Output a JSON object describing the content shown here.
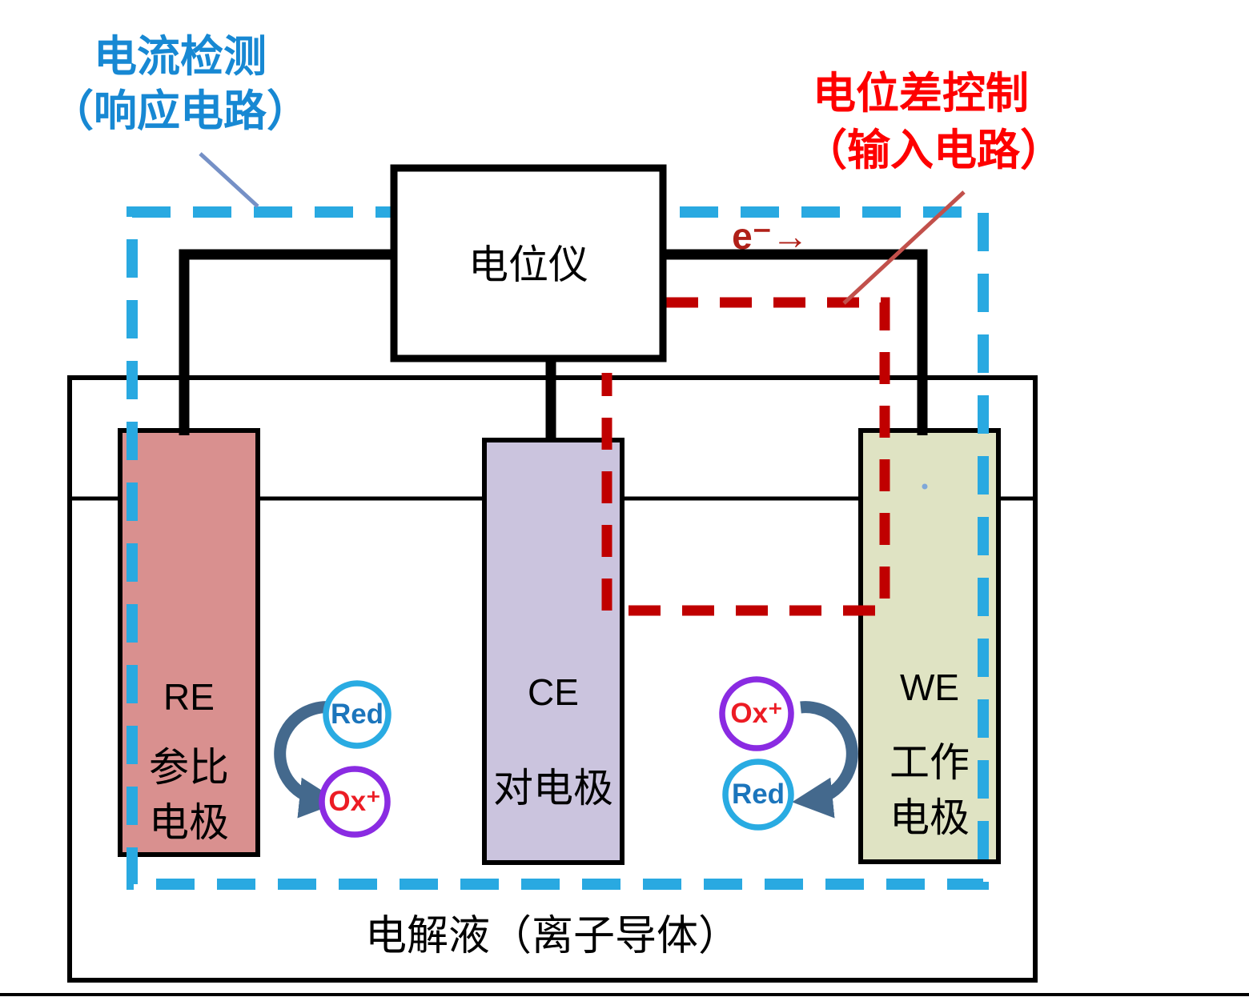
{
  "annotations": {
    "current_detection": {
      "line1": "电流检测",
      "line2": "（响应电路）"
    },
    "potential_control": {
      "line1": "电位差控制",
      "line2": "（输入电路）"
    },
    "electron_flow": "e⁻→"
  },
  "potentiostat": {
    "label": "电位仪"
  },
  "electrodes": {
    "reference": {
      "abbr": "RE",
      "name_line1": "参比",
      "name_line2": "电极"
    },
    "counter": {
      "abbr": "CE",
      "name": "对电极"
    },
    "working": {
      "abbr": "WE",
      "name_line1": "工作",
      "name_line2": "电极"
    }
  },
  "electrolyte_label": "电解液（离子导体）",
  "redox_pairs": {
    "left": {
      "top": "Red",
      "bottom": "Ox⁺"
    },
    "right": {
      "top": "Ox⁺",
      "bottom": "Red"
    }
  },
  "colors": {
    "response_circuit": "#29A9E1",
    "input_circuit": "#C00000",
    "wire": "#000000",
    "reference_fill": "#D9908F",
    "counter_fill": "#CBC4DE",
    "working_fill": "#DFE3C3",
    "red_species_ring": "#29ABE2",
    "ox_species_ring": "#8A2BE2",
    "redox_arrow": "#44698D",
    "blue_callout": "#7590C6",
    "red_callout": "#C2504B"
  }
}
